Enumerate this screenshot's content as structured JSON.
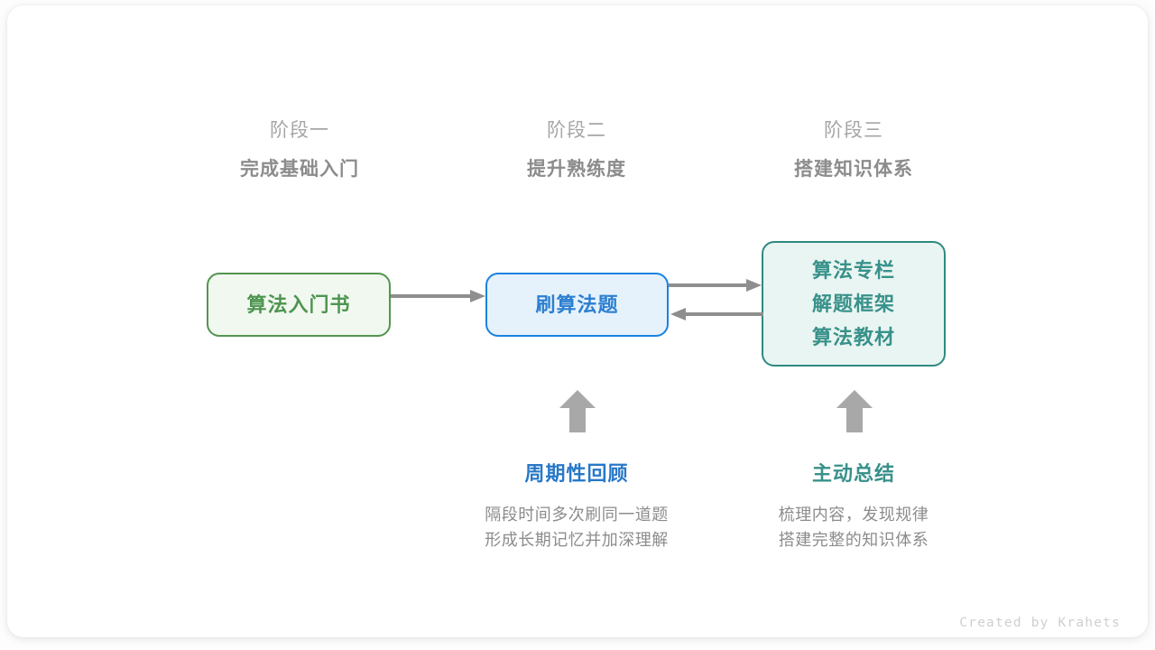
{
  "diagram": {
    "title_hidden": "",
    "credit": "Created by Krahets",
    "colors": {
      "green": "#4e9550",
      "blue": "#2c7fd0",
      "teal": "#38918a",
      "gray_text": "#8c8c8c",
      "gray_light": "#a6a6a6",
      "arrow": "#8e8e8e"
    },
    "stages": [
      {
        "number": "阶段一",
        "title": "完成基础入门"
      },
      {
        "number": "阶段二",
        "title": "提升熟练度"
      },
      {
        "number": "阶段三",
        "title": "搭建知识体系"
      }
    ],
    "boxes": [
      {
        "id": "book",
        "lines": [
          "算法入门书"
        ]
      },
      {
        "id": "practice",
        "lines": [
          "刷算法题"
        ]
      },
      {
        "id": "resources",
        "lines": [
          "算法专栏",
          "解题框架",
          "算法教材"
        ]
      }
    ],
    "arrows": [
      {
        "id": "book-to-practice",
        "direction": "right"
      },
      {
        "id": "practice-to-resources",
        "direction": "right"
      },
      {
        "id": "resources-to-practice",
        "direction": "left"
      },
      {
        "id": "review-up",
        "direction": "up"
      },
      {
        "id": "summary-up",
        "direction": "up"
      }
    ],
    "notes": [
      {
        "id": "review",
        "title": "周期性回顾",
        "desc": [
          "隔段时间多次刷同一道题",
          "形成长期记忆并加深理解"
        ]
      },
      {
        "id": "summary",
        "title": "主动总结",
        "desc": [
          "梳理内容，发现规律",
          "搭建完整的知识体系"
        ]
      }
    ]
  }
}
